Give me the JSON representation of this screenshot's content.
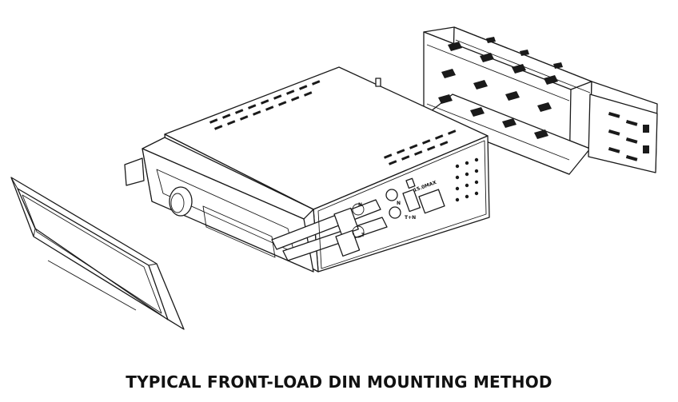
{
  "caption": "TYPICAL FRONT-LOAD DIN MOUNTING METHOD",
  "unit_labels": {
    "fuse": "15.0MAX",
    "left_n": "N",
    "left_t": "T",
    "right_n": "N",
    "right_tn": "T+N"
  }
}
